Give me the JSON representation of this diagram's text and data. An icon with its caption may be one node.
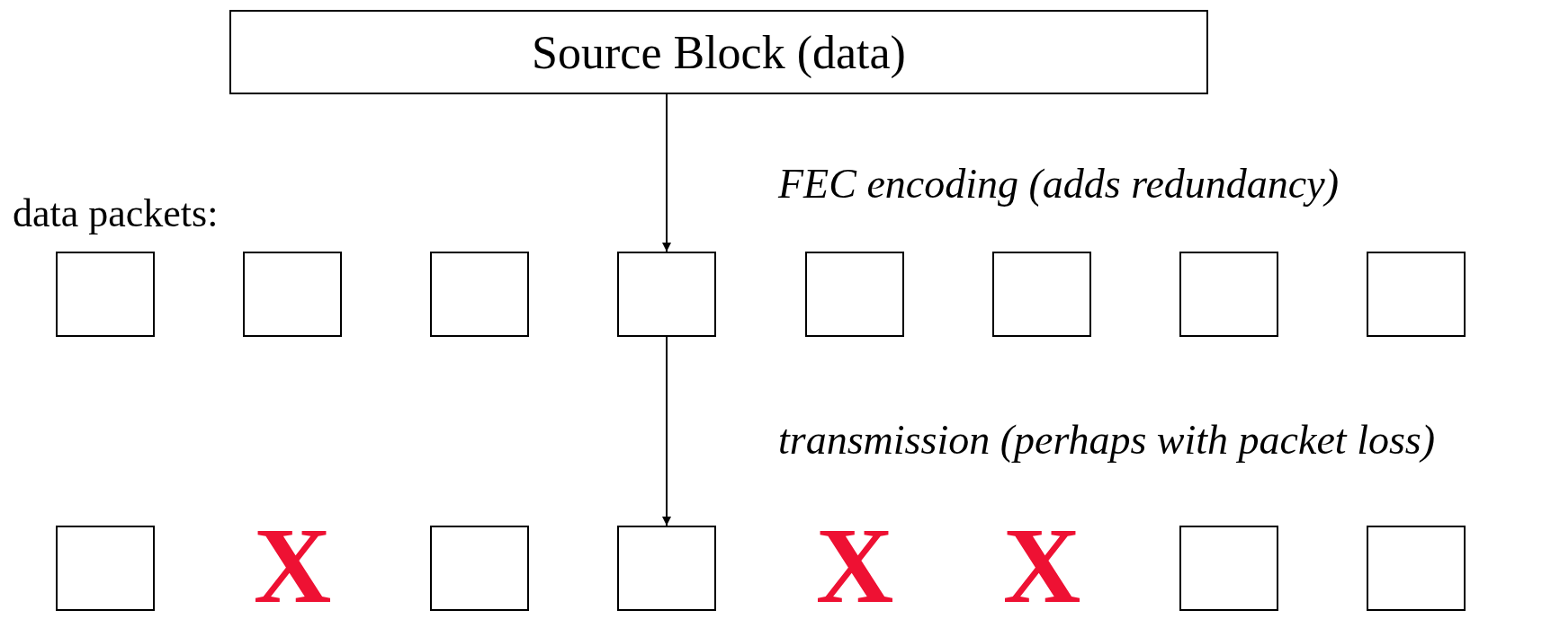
{
  "diagram": {
    "nodes": [
      {
        "text": [
          "Source Block (data)"
        ]
      },
      {
        "text": [],
        "shape": "box"
      },
      {
        "text": [],
        "shape": "box"
      },
      {
        "text": [],
        "shape": "box"
      },
      {
        "text": [],
        "shape": "box"
      },
      {
        "text": [],
        "shape": "box"
      },
      {
        "text": [],
        "shape": "box"
      },
      {
        "text": [],
        "shape": "box"
      },
      {
        "text": [],
        "shape": "box"
      },
      {
        "text": [],
        "shape": "box"
      },
      {
        "text": [],
        "shape": "box"
      },
      {
        "text": [],
        "shape": "box"
      },
      {
        "text": [],
        "shape": "box"
      },
      {
        "text": [],
        "shape": "box"
      }
    ],
    "edges": [
      {
        "from": 0,
        "to": 4,
        "arrow": "to"
      },
      {
        "from": 4,
        "to": 11,
        "arrow": "to"
      }
    ],
    "labels": [
      "FEC encoding (adds redundancy)",
      "data packets:",
      "transmission (perhaps with packet loss)",
      "X",
      "X",
      "X"
    ]
  }
}
